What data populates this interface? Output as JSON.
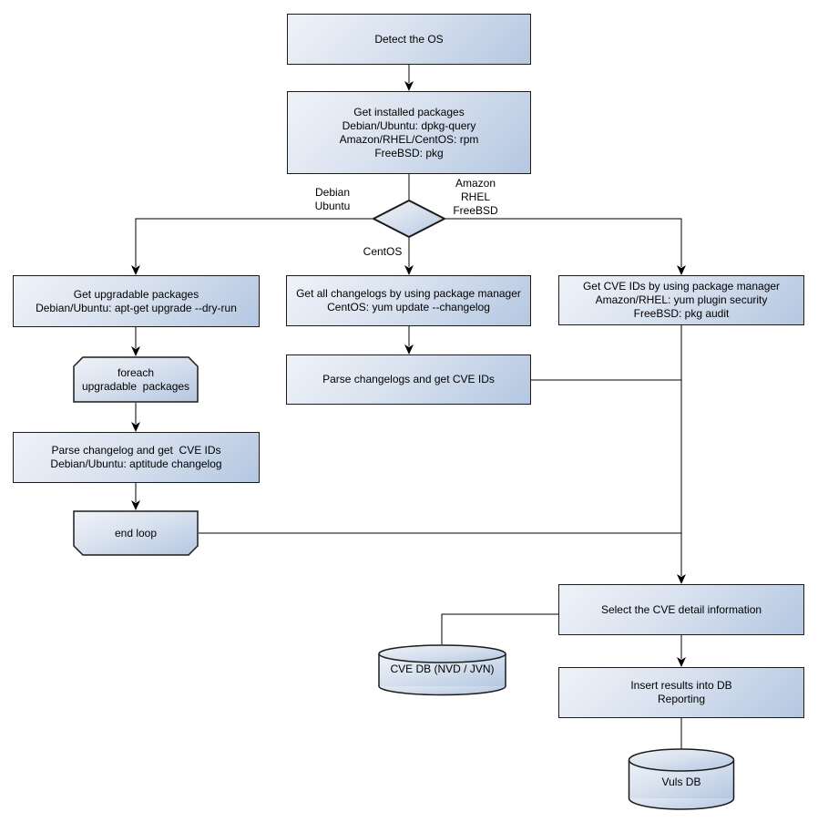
{
  "nodes": {
    "detect_os": {
      "lines": [
        "Detect the OS"
      ]
    },
    "get_installed_packages": {
      "lines": [
        "Get installed packages",
        "Debian/Ubuntu: dpkg-query",
        "Amazon/RHEL/CentOS: rpm",
        "FreeBSD: pkg"
      ]
    },
    "get_upgradable_packages": {
      "lines": [
        "Get upgradable packages",
        "Debian/Ubuntu: apt-get upgrade --dry-run"
      ]
    },
    "foreach_loop": {
      "lines": [
        "foreach",
        "upgradable  packages"
      ]
    },
    "parse_changelog_debian": {
      "lines": [
        "Parse changelog and get  CVE IDs",
        "Debian/Ubuntu: aptitude changelog"
      ]
    },
    "end_loop": {
      "lines": [
        "end loop"
      ]
    },
    "get_all_changelogs": {
      "lines": [
        "Get all changelogs by using package manager",
        "CentOS: yum update --changelog"
      ]
    },
    "parse_changelogs_centos": {
      "lines": [
        "Parse changelogs and get CVE IDs"
      ]
    },
    "get_cve_ids_pkg_manager": {
      "lines": [
        "Get CVE IDs by using package manager",
        "Amazon/RHEL: yum plugin security",
        "FreeBSD: pkg audit"
      ]
    },
    "select_cve_detail": {
      "lines": [
        "Select the CVE detail information"
      ]
    },
    "cve_db": {
      "lines": [
        "CVE DB (NVD / JVN)"
      ]
    },
    "insert_results": {
      "lines": [
        "Insert results into DB",
        "Reporting"
      ]
    },
    "vuls_db": {
      "lines": [
        "Vuls DB"
      ]
    }
  },
  "edge_labels": {
    "debian_ubuntu": [
      "Debian",
      "Ubuntu"
    ],
    "amazon_rhel_freebsd": [
      "Amazon",
      "RHEL",
      "FreeBSD"
    ],
    "centos": "CentOS"
  },
  "colors": {
    "node_fill_light": "#eff3f9",
    "node_fill_dark": "#b4c7e1",
    "node_border": "#1b1b1b",
    "connector": "#000000",
    "text": "#000000",
    "background": "#ffffff"
  }
}
